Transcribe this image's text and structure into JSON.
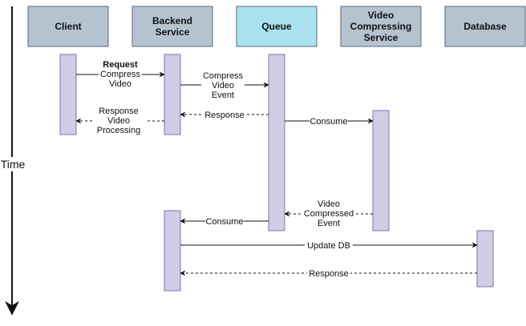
{
  "axis": {
    "label": "Time"
  },
  "participants": [
    {
      "id": "client",
      "label": "Client",
      "lines": [
        "Client"
      ],
      "highlight": false
    },
    {
      "id": "backend",
      "label": "Backend Service",
      "lines": [
        "Backend",
        "Service"
      ],
      "highlight": false
    },
    {
      "id": "queue",
      "label": "Queue",
      "lines": [
        "Queue"
      ],
      "highlight": true
    },
    {
      "id": "compressor",
      "label": "Video Compressing Service",
      "lines": [
        "Video",
        "Compressing",
        "Service"
      ],
      "highlight": false
    },
    {
      "id": "database",
      "label": "Database",
      "lines": [
        "Database"
      ],
      "highlight": false
    }
  ],
  "messages": [
    {
      "id": "m1",
      "from": "client",
      "to": "backend",
      "style": "solid",
      "lines": [
        "Request",
        "Compress",
        "Video"
      ],
      "bold_first": true
    },
    {
      "id": "m2",
      "from": "backend",
      "to": "queue",
      "style": "solid",
      "lines": [
        "Compress",
        "Video",
        "Event"
      ],
      "bold_first": false
    },
    {
      "id": "m3",
      "from": "queue",
      "to": "backend",
      "style": "dashed",
      "lines": [
        "Response"
      ],
      "bold_first": false
    },
    {
      "id": "m4",
      "from": "backend",
      "to": "client",
      "style": "dashed",
      "lines": [
        "Response",
        "Video",
        "Processing"
      ],
      "bold_first": false
    },
    {
      "id": "m5",
      "from": "queue",
      "to": "compressor",
      "style": "solid",
      "lines": [
        "Consume"
      ],
      "bold_first": false
    },
    {
      "id": "m6",
      "from": "compressor",
      "to": "queue",
      "style": "dashed",
      "lines": [
        "Video",
        "Compressed",
        "Event"
      ],
      "bold_first": false
    },
    {
      "id": "m7",
      "from": "queue",
      "to": "backend",
      "style": "solid",
      "lines": [
        "Consume"
      ],
      "bold_first": false
    },
    {
      "id": "m8",
      "from": "backend",
      "to": "database",
      "style": "solid",
      "lines": [
        "Update DB"
      ],
      "bold_first": false
    },
    {
      "id": "m9",
      "from": "database",
      "to": "backend",
      "style": "dashed",
      "lines": [
        "Response"
      ],
      "bold_first": false
    }
  ],
  "colors": {
    "header_fill": "#b5c3d1",
    "header_highlight_fill": "#a8e3ef",
    "header_stroke": "#5a6a7a",
    "activation_fill": "#d0cde6",
    "activation_stroke": "#7b76a8",
    "line": "#111111"
  }
}
